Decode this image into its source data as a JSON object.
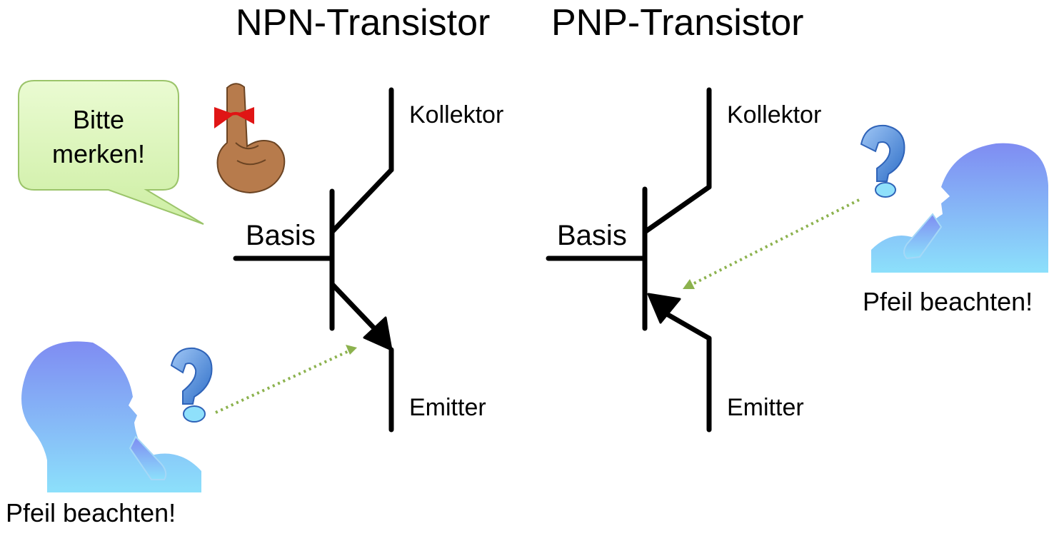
{
  "titles": {
    "npn": "NPN-Transistor",
    "pnp": "PNP-Transistor"
  },
  "npn": {
    "collector": "Kollektor",
    "base": "Basis",
    "emitter": "Emitter"
  },
  "pnp": {
    "collector": "Kollektor",
    "base": "Basis",
    "emitter": "Emitter"
  },
  "callout": {
    "line1": "Bitte",
    "line2": "merken!"
  },
  "hints": {
    "left": "Pfeil beachten!",
    "right": "Pfeil beachten!"
  },
  "colors": {
    "line": "#000000",
    "bubble_fill": "#dcf6b8",
    "bubble_stroke": "#9bc46a",
    "dotted_arrow": "#8cb24e",
    "head_top": "#7f8cf2",
    "head_bottom": "#8ce0fb",
    "question_mark": "#5a8fd8"
  }
}
